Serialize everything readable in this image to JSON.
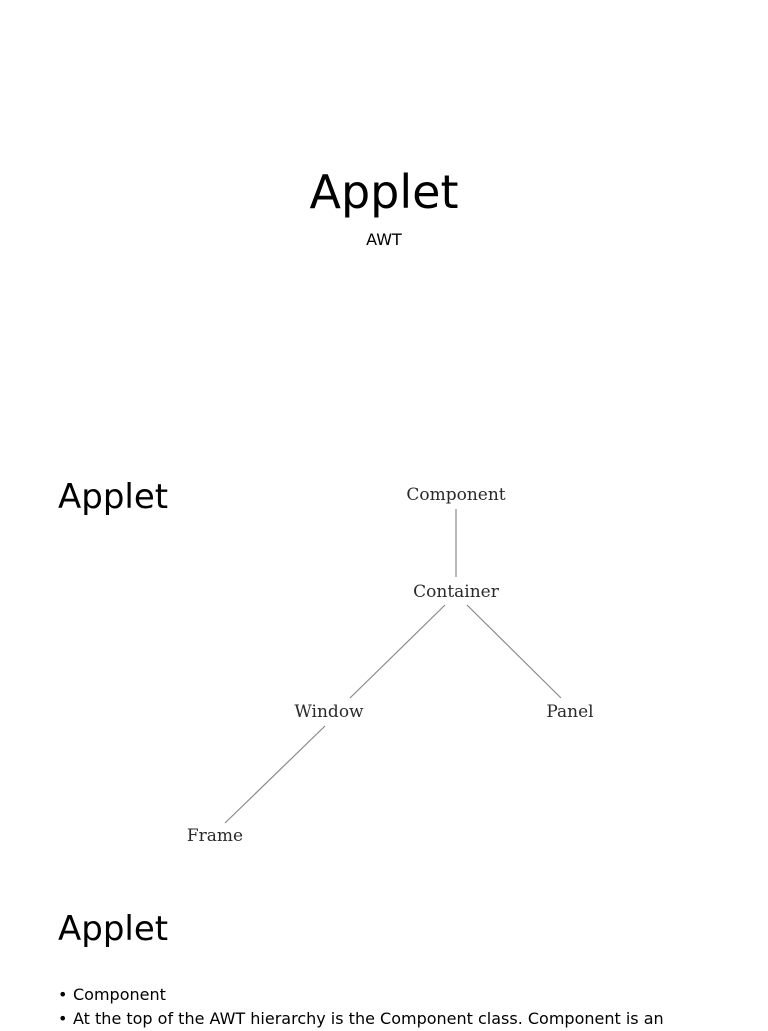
{
  "slide1": {
    "title": "Applet",
    "subtitle": "AWT"
  },
  "slide2": {
    "title": "Applet",
    "diagram": {
      "nodes": {
        "component": "Component",
        "container": "Container",
        "window": "Window",
        "panel": "Panel",
        "frame": "Frame"
      },
      "edges": [
        [
          "Component",
          "Container"
        ],
        [
          "Container",
          "Window"
        ],
        [
          "Container",
          "Panel"
        ],
        [
          "Window",
          "Frame"
        ]
      ]
    }
  },
  "slide3": {
    "title": "Applet",
    "bullets": [
      "Component",
      "At the top of the AWT hierarchy is the Component class. Component is an"
    ]
  }
}
